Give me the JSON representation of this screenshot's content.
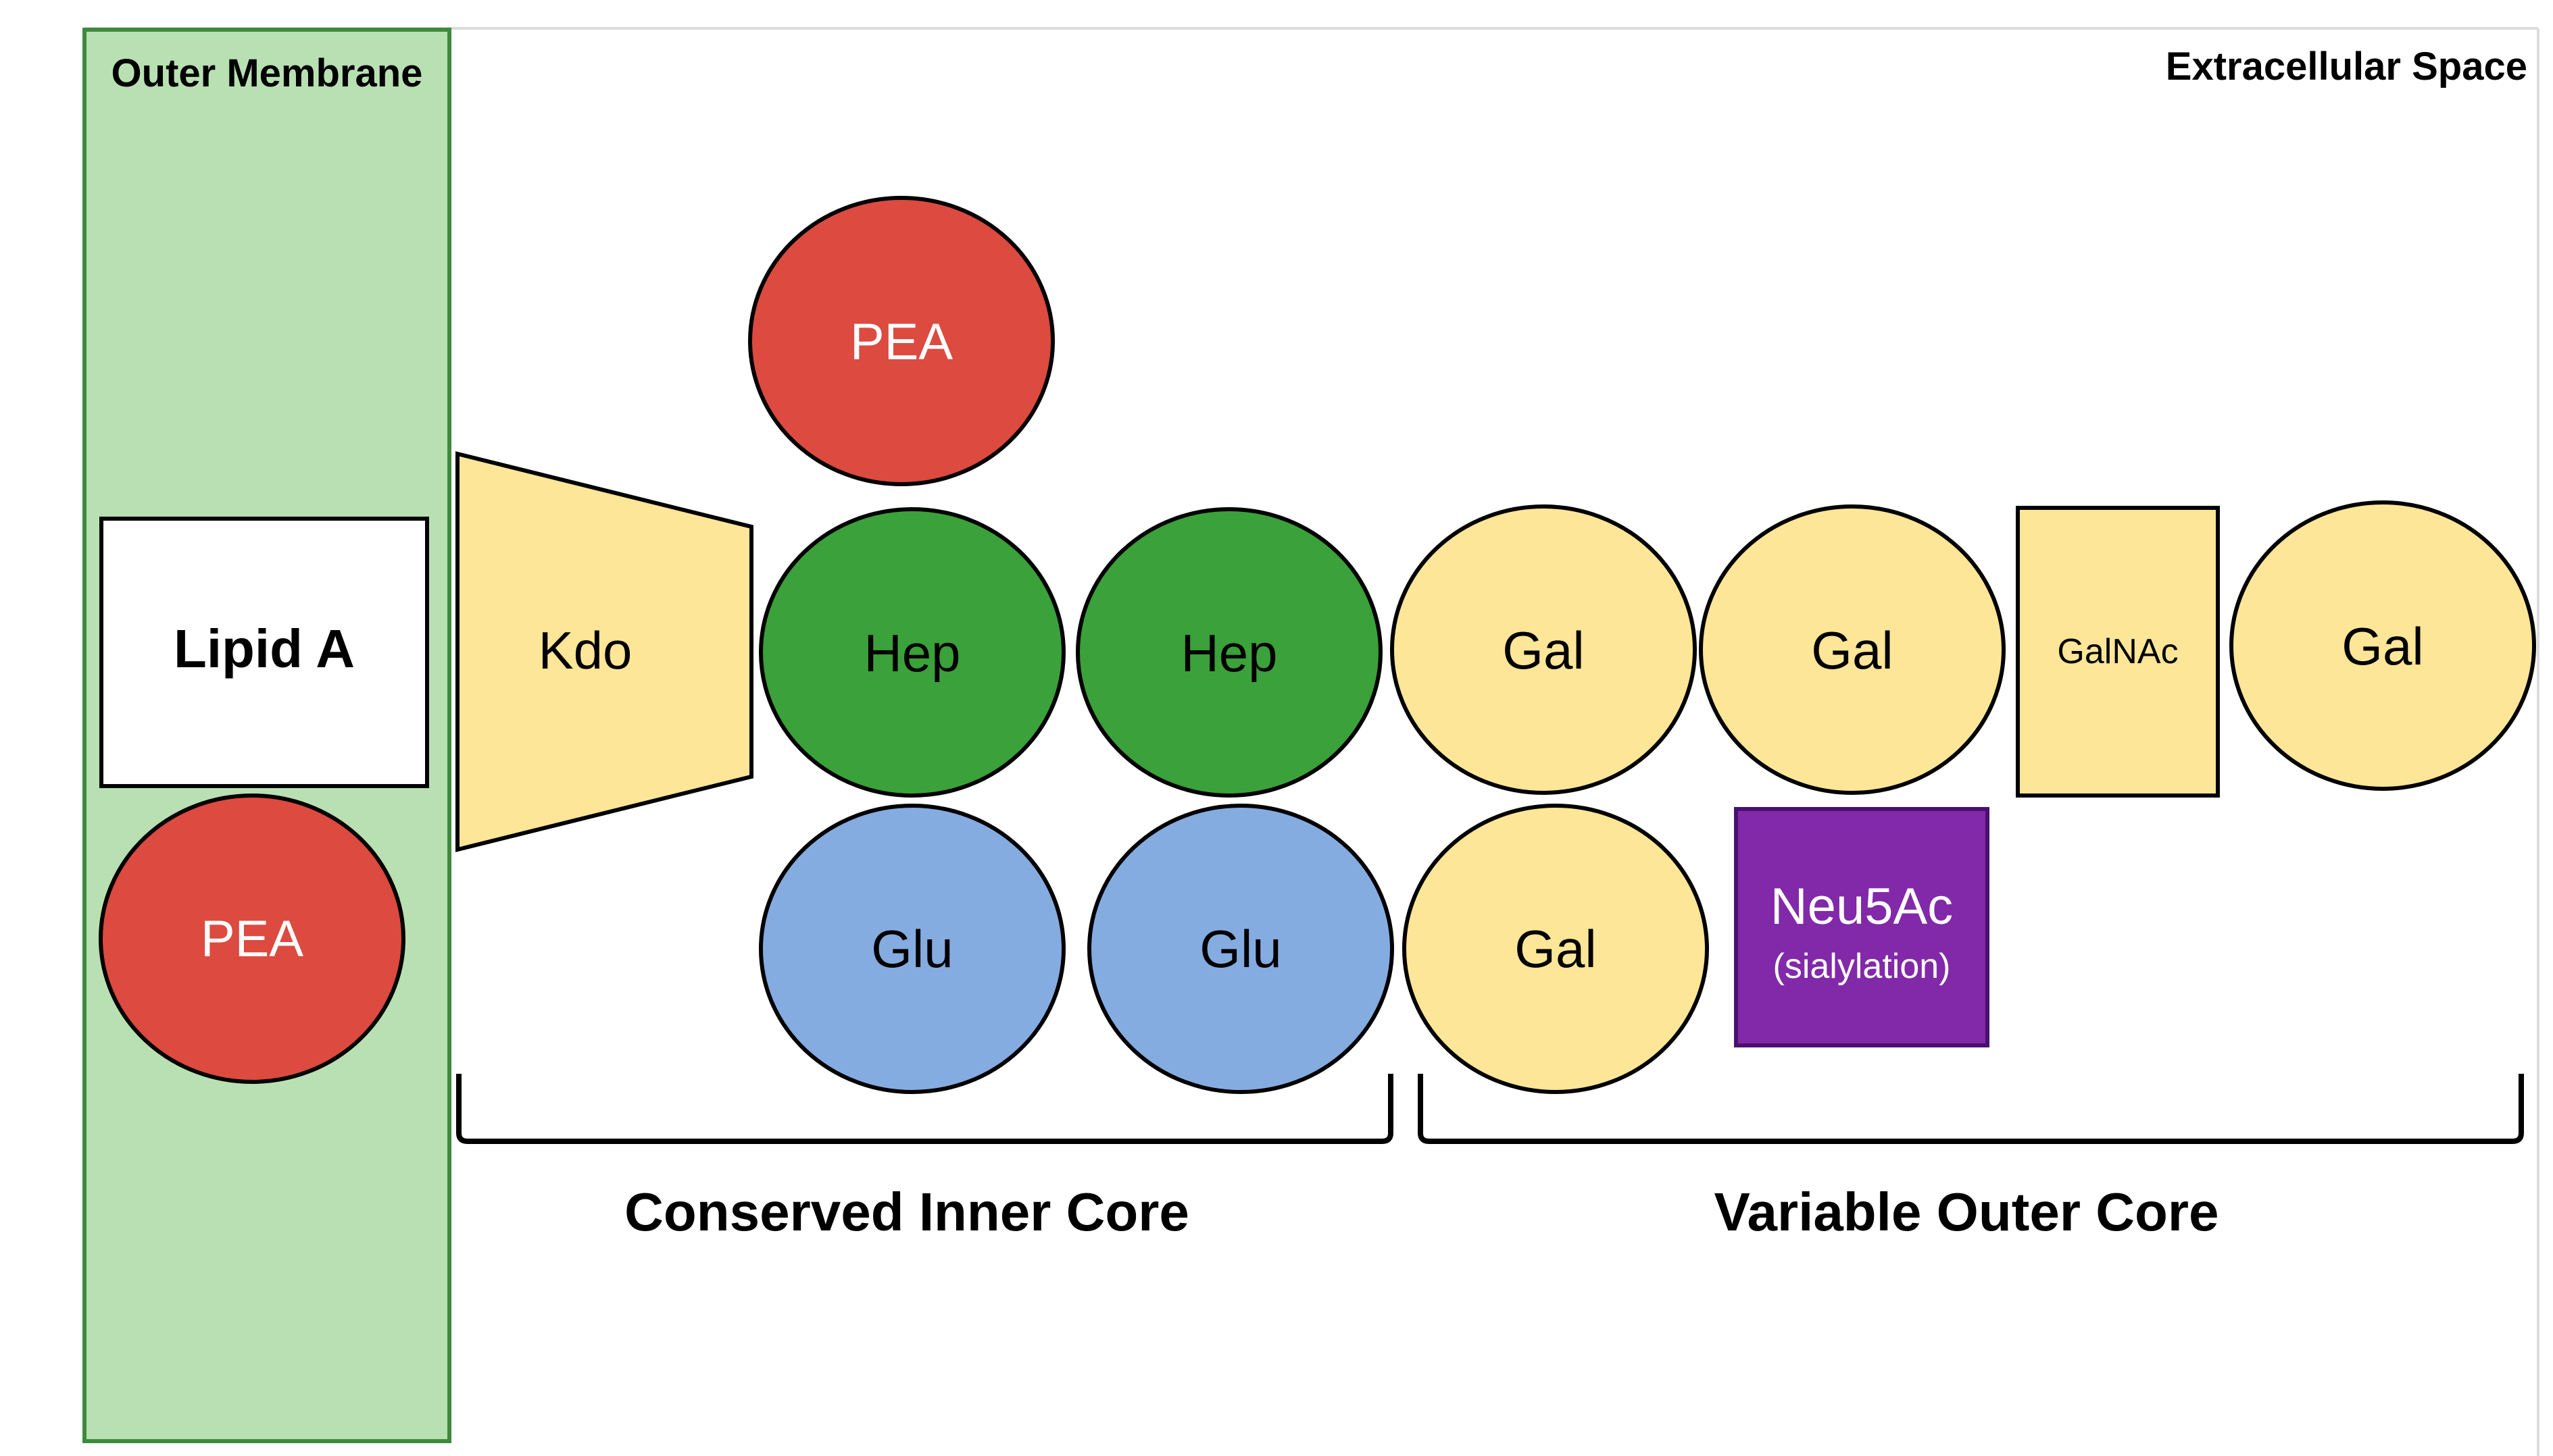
{
  "regions": {
    "outer_membrane": "Outer Membrane",
    "extracellular_space": "Extracellular Space"
  },
  "components": {
    "lipid_a": "Lipid A",
    "pea_membrane": "PEA",
    "kdo": "Kdo",
    "pea_hep": "PEA",
    "hep_1": "Hep",
    "hep_2": "Hep",
    "glu_1": "Glu",
    "glu_2": "Glu",
    "gal_1": "Gal",
    "gal_2": "Gal",
    "galnac": "GalNAc",
    "gal_3": "Gal",
    "gal_branch": "Gal",
    "neu5ac": "Neu5Ac",
    "neu5ac_note": "(sialylation)"
  },
  "brackets": {
    "inner_core": "Conserved Inner Core",
    "outer_core": "Variable Outer Core"
  },
  "colors": {
    "membrane_fill": "#b9e0b3",
    "membrane_border": "#3d8a3d",
    "pea_red": "#dc4a40",
    "kdo_yellow": "#fde697",
    "hep_green": "#3ba13a",
    "glu_blue": "#85ace0",
    "gal_yellow": "#fde697",
    "neu5ac_purple": "#8129a9",
    "neu5ac_border": "#4a1070",
    "stroke": "#000000"
  }
}
